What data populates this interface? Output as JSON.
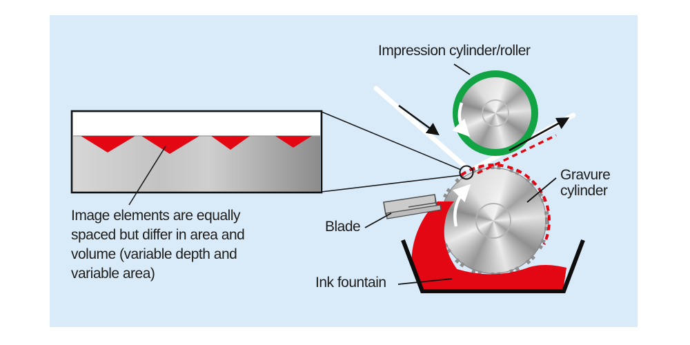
{
  "figure": {
    "colors": {
      "panel_background": "#d9eaf8",
      "ink_red": "#e30613",
      "impression_ring_green": "#12a344",
      "text": "#1d1d1b",
      "metal_gray": "#b5b5b5"
    },
    "labels": {
      "impression": "Impression cylinder/roller",
      "gravure_line1": "Gravure",
      "gravure_line2": "cylinder",
      "blade": "Blade",
      "ink_fountain": "Ink fountain"
    },
    "caption": {
      "lines": [
        "Image elements are equally",
        "spaced but differ in area and",
        "volume (variable depth and",
        "variable area)"
      ]
    }
  }
}
